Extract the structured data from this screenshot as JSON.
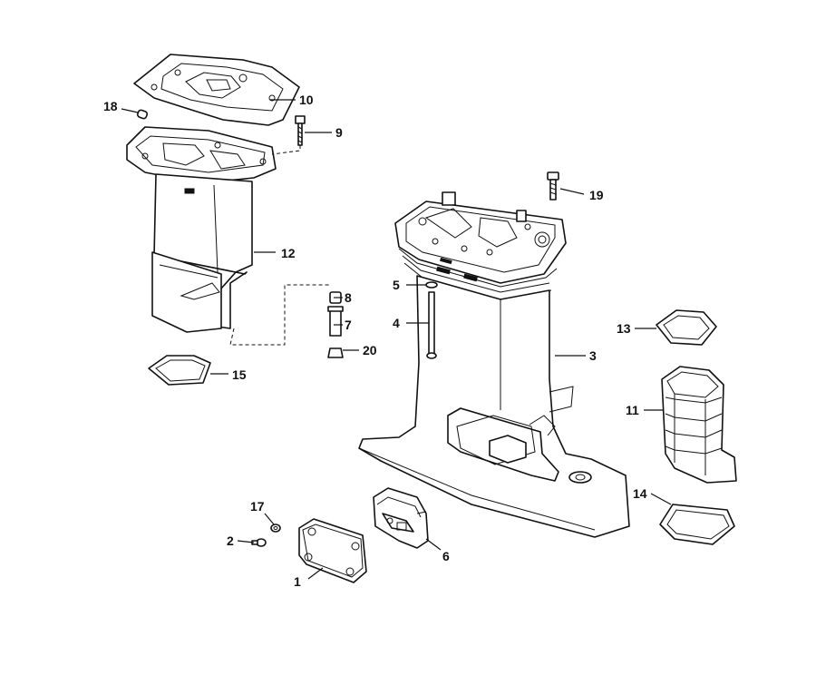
{
  "callouts": {
    "c1": "1",
    "c2": "2",
    "c3": "3",
    "c4": "4",
    "c5": "5",
    "c6": "6",
    "c7": "7",
    "c8": "8",
    "c9": "9",
    "c10": "10",
    "c11": "11",
    "c12": "12",
    "c13": "13",
    "c14": "14",
    "c15": "15",
    "c17": "17",
    "c18": "18",
    "c19": "19",
    "c20": "20"
  }
}
